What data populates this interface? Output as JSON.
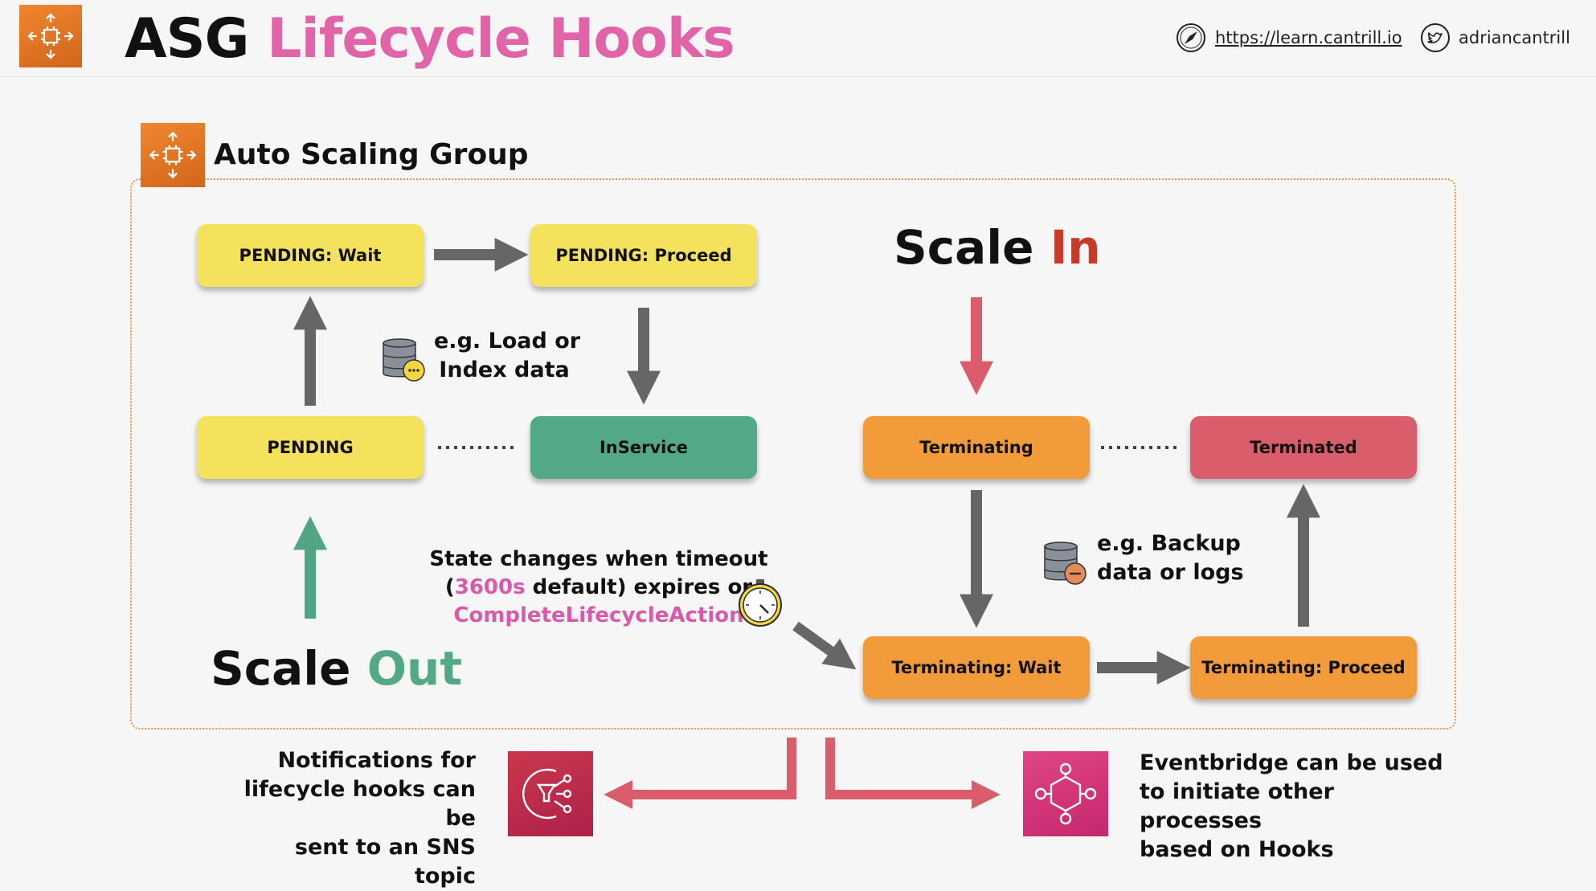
{
  "header": {
    "title_part1": "ASG",
    "title_part2": "Lifecycle Hooks",
    "link_url_text": "https://learn.cantrill.io",
    "twitter_handle": "adriancantrill"
  },
  "asg": {
    "label": "Auto Scaling Group"
  },
  "states": {
    "pending_wait": "PENDING: Wait",
    "pending_proceed": "PENDING: Proceed",
    "pending": "PENDING",
    "inservice": "InService",
    "terminating": "Terminating",
    "terminated": "Terminated",
    "terminating_wait": "Terminating: Wait",
    "terminating_proceed": "Terminating: Proceed"
  },
  "notes": {
    "load_line1": "e.g. Load or",
    "load_line2": "Index data",
    "backup_line1": "e.g. Backup",
    "backup_line2": "data or logs"
  },
  "scale_out": {
    "word1": "Scale",
    "word2": "Out"
  },
  "scale_in": {
    "word1": "Scale",
    "word2": "In"
  },
  "timeout": {
    "line1": "State changes when timeout",
    "line2_open": "(",
    "line2_value": "3600s",
    "line2_rest": " default) expires or",
    "line3": "CompleteLifecycleAction"
  },
  "bottom": {
    "sns_line1": "Notifications for",
    "sns_line2": "lifecycle hooks can be",
    "sns_line3": "sent to an SNS topic",
    "eventbridge_line1": "Eventbridge can be used",
    "eventbridge_line2": "to initiate other processes",
    "eventbridge_line3": "based on Hooks"
  },
  "colors": {
    "pink_accent": "#e064a7",
    "scale_out_green": "#53a885",
    "scale_in_red": "#c73a28",
    "state_yellow": "#f5e25c",
    "state_green": "#52a887",
    "state_orange": "#f29b3a",
    "state_red": "#d95d6b"
  },
  "icons": {
    "header_logo": "auto-scaling-icon",
    "asg_logo": "auto-scaling-icon",
    "link": "compass-icon",
    "twitter": "twitter-icon",
    "load_note": "database-icon",
    "backup_note": "database-remove-icon",
    "timeout": "stopwatch-icon",
    "sns": "sns-topic-icon",
    "eventbridge": "eventbridge-icon"
  }
}
